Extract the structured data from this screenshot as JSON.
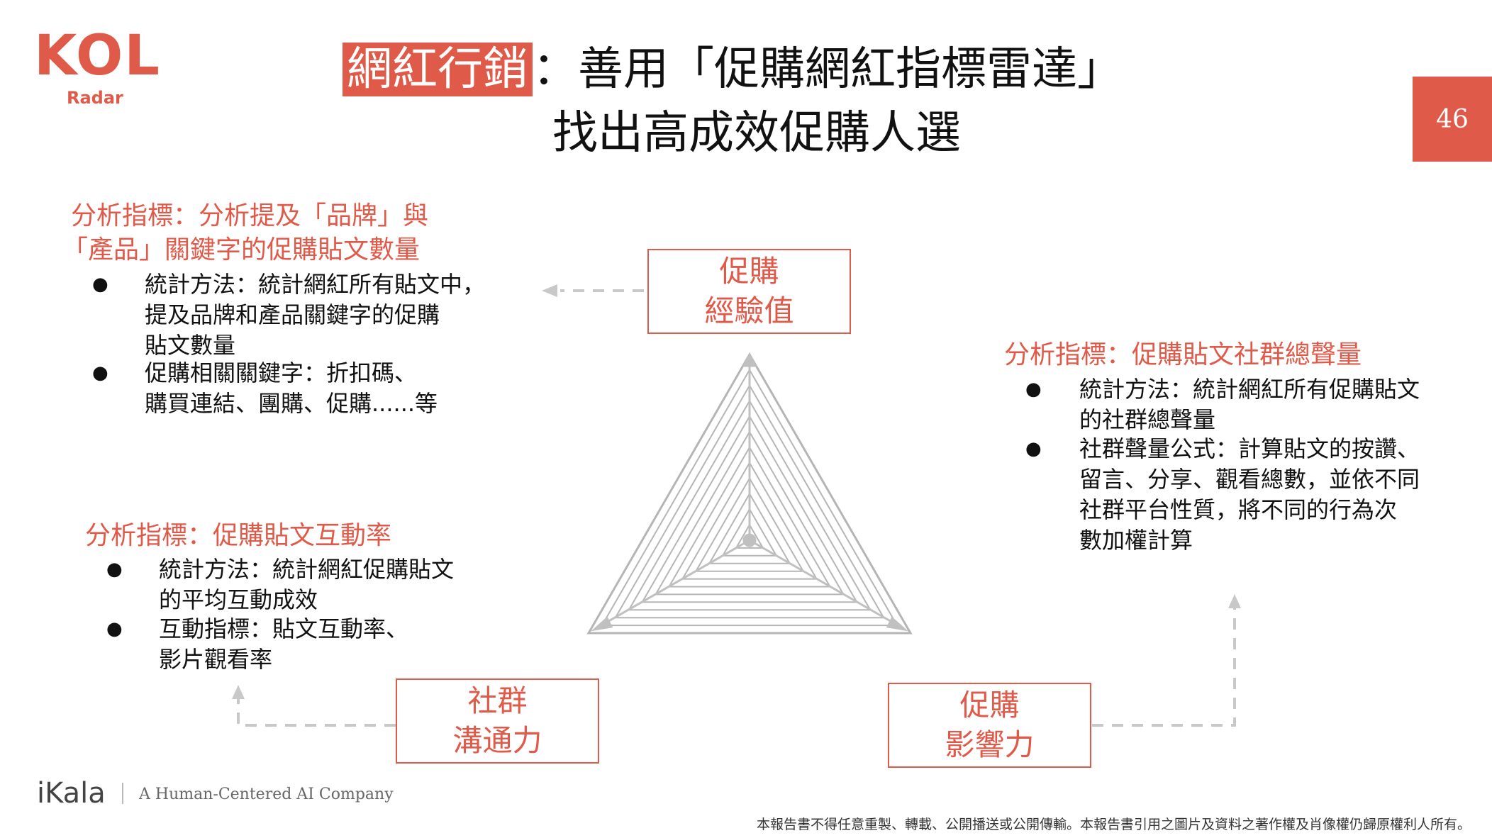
{
  "logo": {
    "kol": "KOL",
    "sub": "Radar"
  },
  "title": {
    "highlight": "網紅行銷",
    "rest": "：善用「促購網紅指標雷達」",
    "line2": "找出高成效促購人選"
  },
  "page_number": "46",
  "left_top": {
    "heading_line1": "分析指標：分析提及「品牌」與",
    "heading_line2": "「產品」關鍵字的促購貼文數量",
    "bullets": [
      {
        "lines": [
          "統計方法：統計網紅所有貼文中，",
          "提及品牌和產品關鍵字的促購",
          "貼文數量"
        ]
      },
      {
        "lines": [
          "促購相關關鍵字：折扣碼、",
          "購買連結、團購、促購......等"
        ]
      }
    ]
  },
  "left_bottom": {
    "heading": "分析指標：促購貼文互動率",
    "bullets": [
      {
        "lines": [
          "統計方法：統計網紅促購貼文",
          "的平均互動成效"
        ]
      },
      {
        "lines": [
          "互動指標：貼文互動率、",
          "影片觀看率"
        ]
      }
    ]
  },
  "right": {
    "heading": "分析指標：促購貼文社群總聲量",
    "bullets": [
      {
        "lines": [
          "統計方法：統計網紅所有促購貼文",
          "的社群總聲量"
        ]
      },
      {
        "lines": [
          "社群聲量公式：計算貼文的按讚、",
          "留言、分享、觀看總數，並依不同",
          "社群平台性質，將不同的行為次",
          "數加權計算"
        ]
      }
    ]
  },
  "boxes": {
    "top": [
      "促購",
      "經驗值"
    ],
    "bottom_left": [
      "社群",
      "溝通力"
    ],
    "bottom_right": [
      "促購",
      "影響力"
    ]
  },
  "bullet_char": "●",
  "footer": {
    "brand": "iKala",
    "tagline": "A Human-Centered AI Company",
    "disclaimer": "本報告書不得任意重製、轉載、公開播送或公開傳輸。本報告書引用之圖片及資料之著作權及肖像權仍歸原權利人所有。"
  },
  "colors": {
    "accent": "#e05a4a",
    "radar": "#b5b5b5",
    "arrow": "#c8c8c8"
  }
}
